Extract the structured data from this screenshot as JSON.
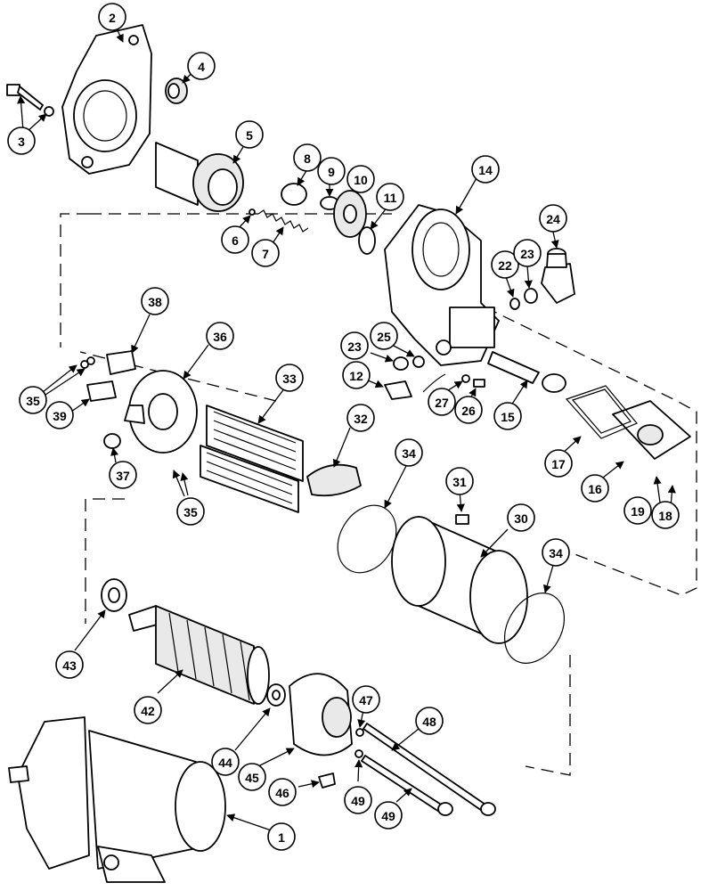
{
  "callouts": [
    "1",
    "2",
    "3",
    "4",
    "5",
    "6",
    "7",
    "8",
    "9",
    "10",
    "11",
    "12",
    "14",
    "15",
    "16",
    "17",
    "18",
    "19",
    "22",
    "23",
    "23",
    "24",
    "25",
    "26",
    "27",
    "30",
    "31",
    "32",
    "33",
    "34",
    "34",
    "35",
    "35",
    "36",
    "37",
    "38",
    "39",
    "42",
    "43",
    "44",
    "45",
    "46",
    "47",
    "48",
    "49",
    "49"
  ],
  "icons": {
    "arrowhead": "arrowhead-icon"
  }
}
